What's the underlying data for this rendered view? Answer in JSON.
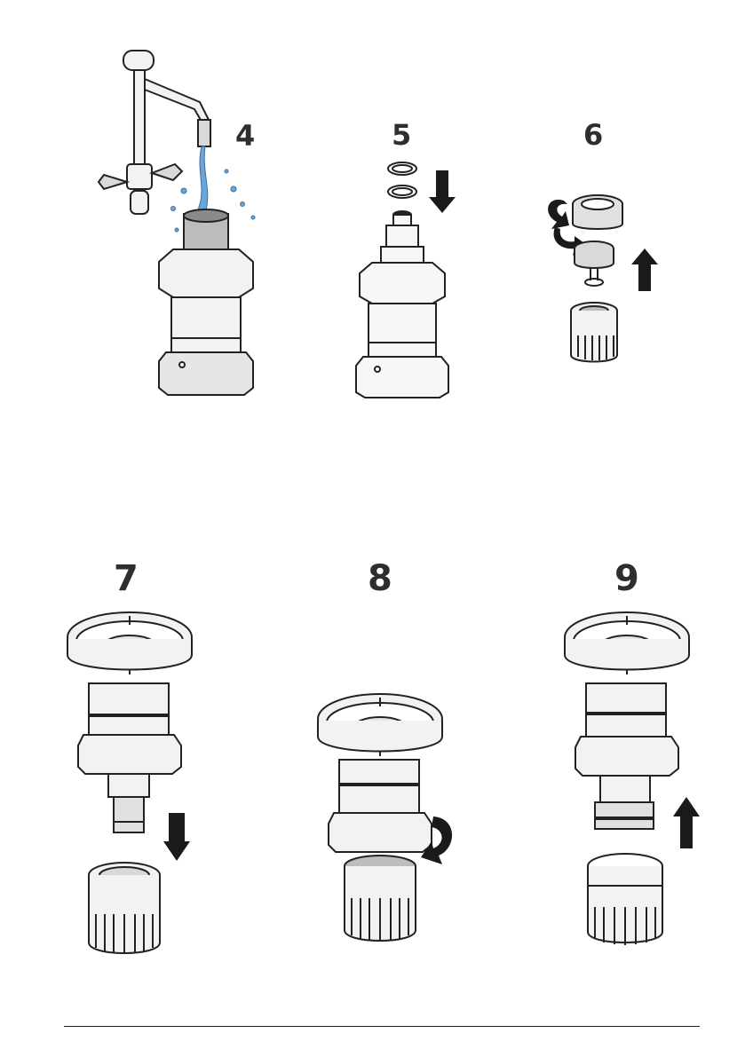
{
  "steps": {
    "s4": {
      "number": "4"
    },
    "s5": {
      "number": "5"
    },
    "s6": {
      "number": "6"
    },
    "s7": {
      "number": "7"
    },
    "s8": {
      "number": "8"
    },
    "s9": {
      "number": "9"
    }
  },
  "colors": {
    "ink": "#222222",
    "fill_light": "#f2f2f2",
    "fill_mid": "#d9d9d9",
    "fill_dark": "#bdbdbd",
    "water": "#6aa6d8",
    "arrow": "#1a1a1a"
  }
}
